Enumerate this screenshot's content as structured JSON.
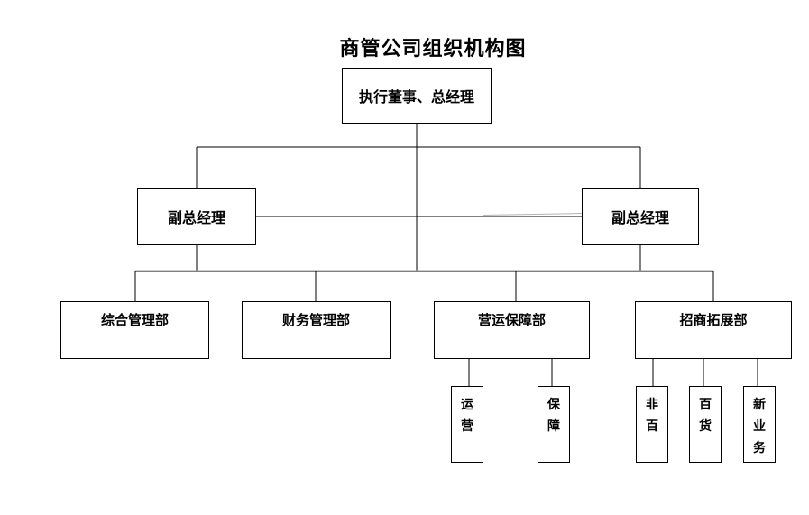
{
  "title": "商管公司组织机构图",
  "org": {
    "root": {
      "label": "执行董事、总经理"
    },
    "deputies": [
      {
        "label": "副总经理"
      },
      {
        "label": "副总经理"
      }
    ],
    "departments": [
      {
        "label": "综合管理部"
      },
      {
        "label": "财务管理部"
      },
      {
        "label": "营运保障部"
      },
      {
        "label": "招商拓展部"
      }
    ],
    "teams": [
      {
        "label": "运营"
      },
      {
        "label": "保障"
      },
      {
        "label": "非百"
      },
      {
        "label": "百货"
      },
      {
        "label": "新业务"
      }
    ]
  },
  "colors": {
    "background": "#ffffff",
    "line": "#000000",
    "text": "#000000",
    "artifact_line": "#b3b3b3"
  }
}
